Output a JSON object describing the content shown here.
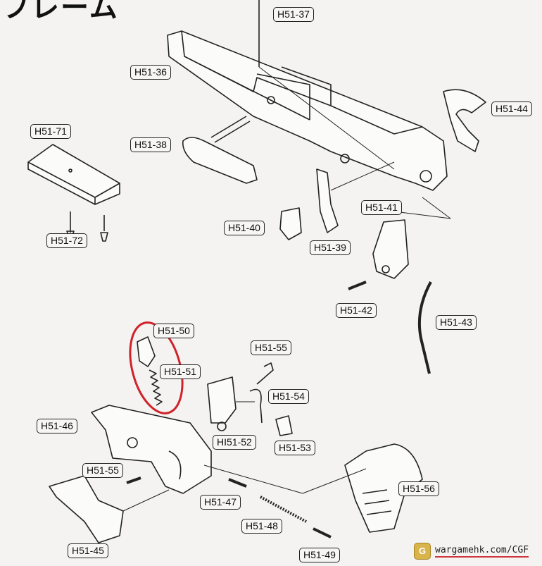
{
  "title": "フレーム",
  "labels": {
    "h51_37": "H51-37",
    "h51_36": "H51-36",
    "h51_44": "H51-44",
    "h51_71": "H51-71",
    "h51_38": "H51-38",
    "h51_41": "H51-41",
    "h51_40": "H51-40",
    "h51_39": "H51-39",
    "h51_72": "H51-72",
    "h51_42": "H51-42",
    "h51_43": "H51-43",
    "h51_50": "H51-50",
    "h51_51": "H51-51",
    "h51_55_top": "H51-55",
    "h51_54": "H51-54",
    "h51_46": "H51-46",
    "hi51_52": "HI51-52",
    "h51_53": "H51-53",
    "h51_55_low": "H51-55",
    "h51_56": "H51-56",
    "h51_47": "H51-47",
    "h51_48": "H51-48",
    "h51_45": "H51-45",
    "h51_49": "H51-49"
  },
  "watermark": {
    "logo": "G",
    "text": "wargamehk.com/CGF"
  },
  "colors": {
    "highlight": "#d0222a",
    "line": "#222222"
  }
}
